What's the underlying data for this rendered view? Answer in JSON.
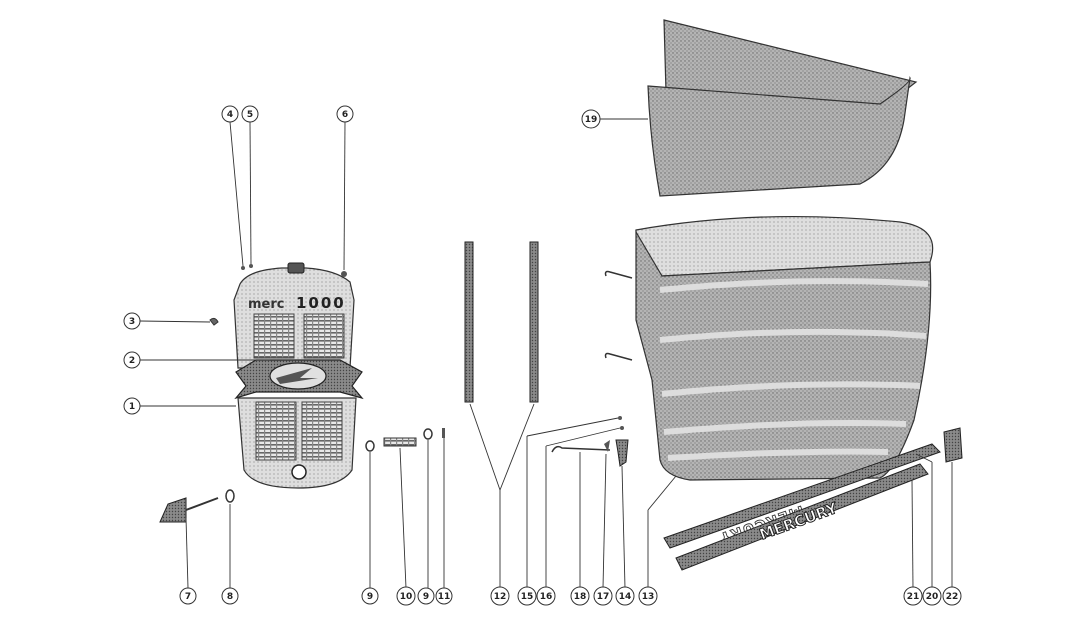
{
  "diagram": {
    "type": "exploded-parts-view",
    "callouts": [
      "1",
      "2",
      "3",
      "4",
      "5",
      "6",
      "7",
      "8",
      "9",
      "10",
      "9",
      "11",
      "12",
      "15",
      "16",
      "18",
      "17",
      "14",
      "13",
      "19",
      "21",
      "20",
      "22"
    ]
  },
  "printed_text": {
    "shroud_brand": "merc",
    "shroud_model": "1000",
    "decal_upper": "MERCURY",
    "decal_lower": "MERCURY"
  },
  "colors": {
    "ink": "#333333",
    "shade": "#9a9a9a",
    "dark_shade": "#6e6e6e",
    "paper": "#ffffff"
  }
}
